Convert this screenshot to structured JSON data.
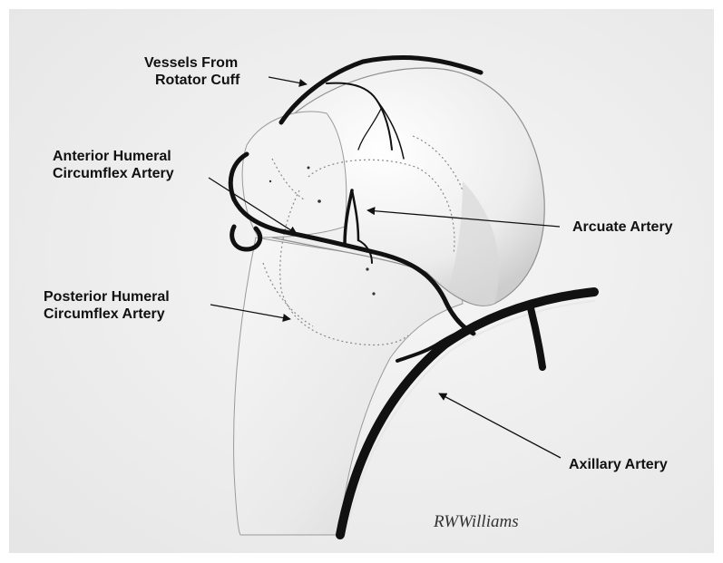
{
  "labels": {
    "vessels_line1": "Vessels From",
    "vessels_line2": "Rotator Cuff",
    "anterior_line1": "Anterior Humeral",
    "anterior_line2": "Circumflex Artery",
    "arcuate": "Arcuate Artery",
    "posterior_line1": "Posterior Humeral",
    "posterior_line2": "Circumflex Artery",
    "axillary": "Axillary Artery"
  },
  "signature": "RWWilliams",
  "colors": {
    "background": "#ffffff",
    "panel": "#f2f2f2",
    "artery": "#111111",
    "label_text": "#111111"
  }
}
